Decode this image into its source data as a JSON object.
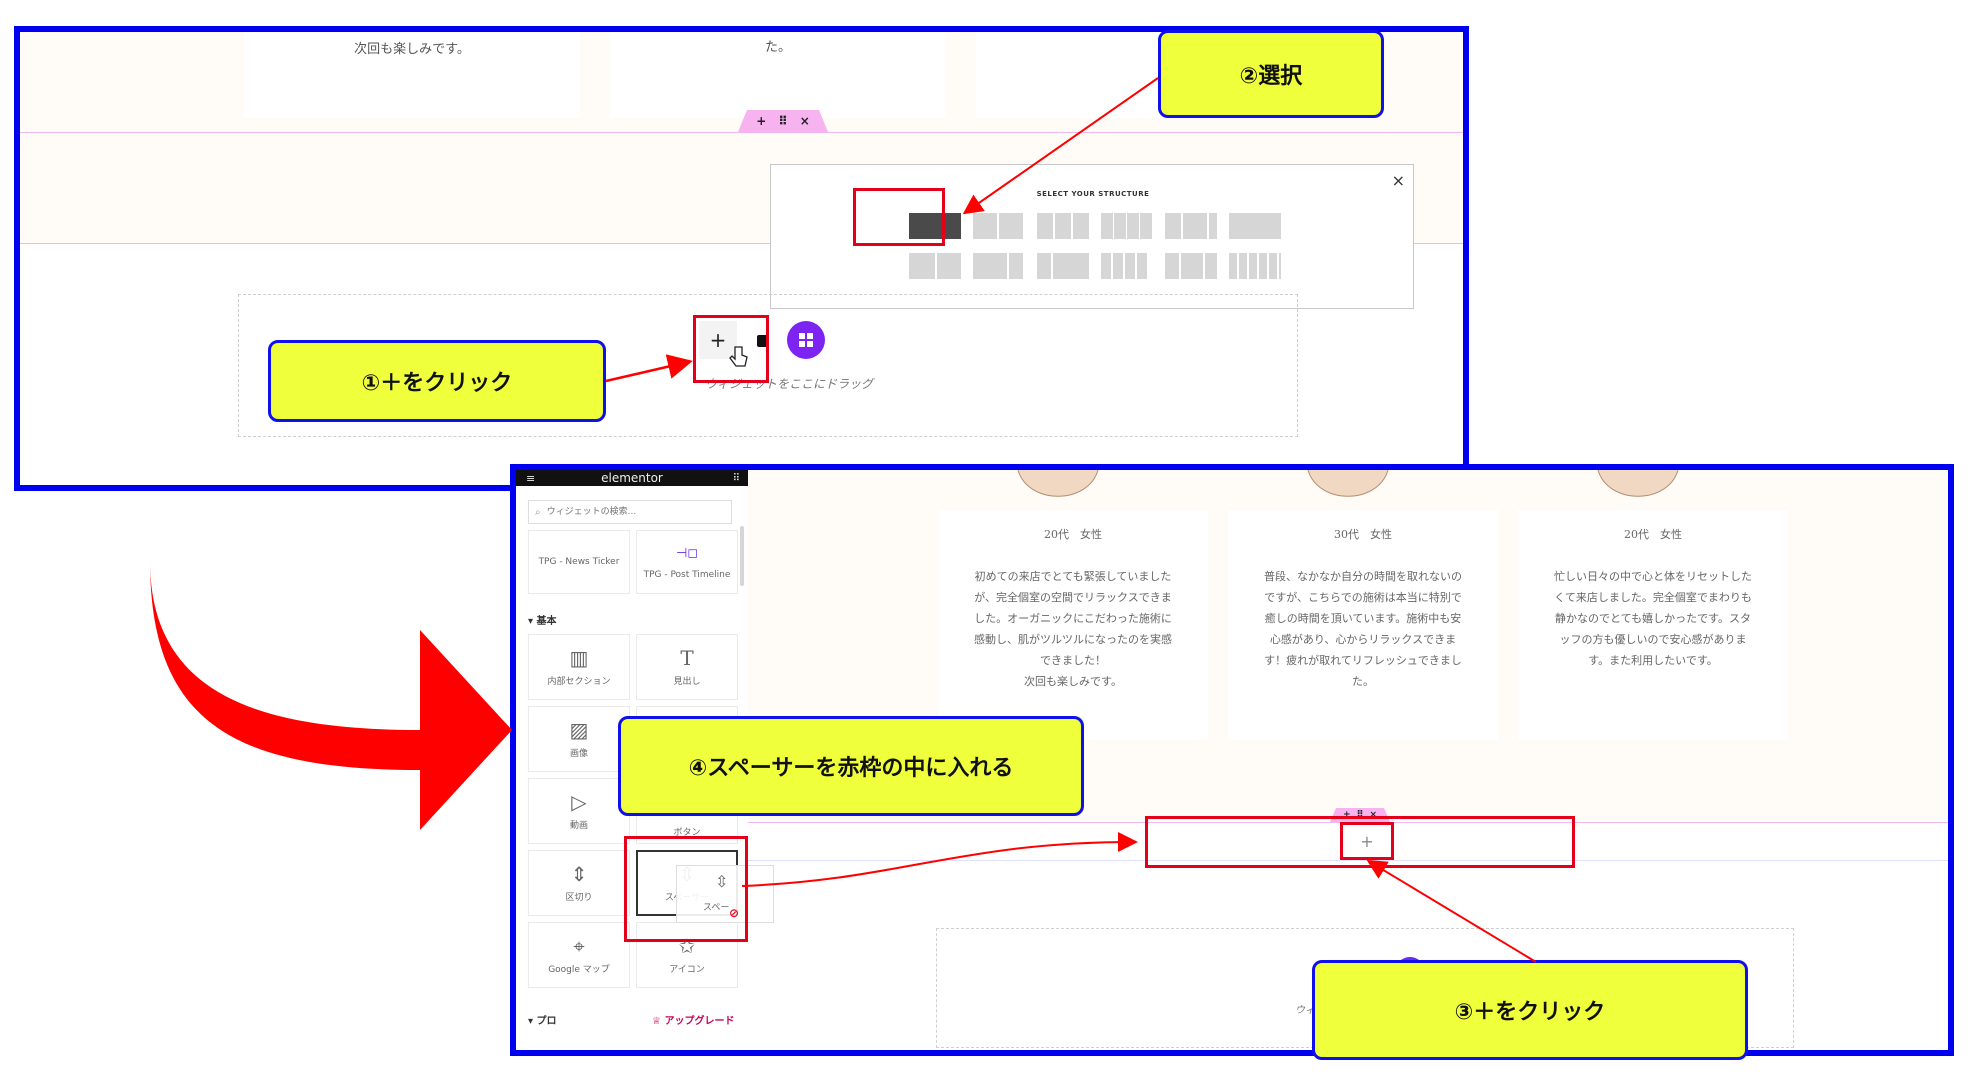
{
  "top": {
    "card_text_1": "次回も楽しみです。",
    "card_text_2": "た。",
    "structure_title": "SELECT YOUR STRUCTURE",
    "close_glyph": "×",
    "add_glyph": "+",
    "drag_hint": "ウィジェットをここにドラッグ",
    "tab_plus": "+",
    "tab_handle": "⠿",
    "tab_close": "×"
  },
  "callouts": {
    "c1": "①＋をクリック",
    "c2": "②選択",
    "c3": "③＋をクリック",
    "c4": "④スペーサーを赤枠の中に入れる"
  },
  "sidebar": {
    "header": "elementor",
    "search_placeholder": "ウィジェットの検索...",
    "pro_items": [
      "TPG - News Ticker",
      "TPG - Post Timeline"
    ],
    "section_basic": "基本",
    "widgets": [
      {
        "label": "内部セクション",
        "icon": "inner-section-icon"
      },
      {
        "label": "見出し",
        "icon": "heading-icon"
      },
      {
        "label": "画像",
        "icon": "image-icon"
      },
      {
        "label": "",
        "icon": "text-editor-icon"
      },
      {
        "label": "動画",
        "icon": "video-icon"
      },
      {
        "label": "ボタン",
        "icon": "button-icon"
      },
      {
        "label": "区切り",
        "icon": "divider-icon"
      },
      {
        "label": "スペーサー",
        "icon": "spacer-icon"
      },
      {
        "label": "Google マップ",
        "icon": "google-maps-icon"
      },
      {
        "label": "アイコン",
        "icon": "icon-widget-icon"
      }
    ],
    "drag_ghost_label": "スペー",
    "section_pro": "プロ",
    "upgrade": "アップグレード"
  },
  "reviews": [
    {
      "title": "20代　女性",
      "text": "初めての来店でとても緊張していました\nが、完全個室の空間でリラックスできま\nした。オーガニックにこだわった施術に\n感動し、肌がツルツルになったのを実感\nできました！\n次回も楽しみです。"
    },
    {
      "title": "30代　女性",
      "text": "普段、なかなか自分の時間を取れないの\nですが、こちらでの施術は本当に特別で\n癒しの時間を頂いています。施術中も安\n心感があり、心からリラックスできま\nす！疲れが取れてリフレッシュできまし\nた。"
    },
    {
      "title": "20代　女性",
      "text": "忙しい日々の中で心と体をリセットした\nくて来店しました。完全個室でまわりも\n静かなのでとても嬉しかったです。スタ\nッフの方も優しいので安心感がありま\nす。また利用したいです。"
    }
  ],
  "bottom": {
    "add_glyph": "+",
    "drag_hint_partial": "ウィ"
  },
  "colors": {
    "frame_blue": "#0000f0",
    "callout_yellow": "#efff3b",
    "highlight_red": "#e4001b",
    "arrow_red": "#ff0000",
    "elementor_purple": "#6c2bea",
    "pink_handle": "#f7b3ef"
  }
}
